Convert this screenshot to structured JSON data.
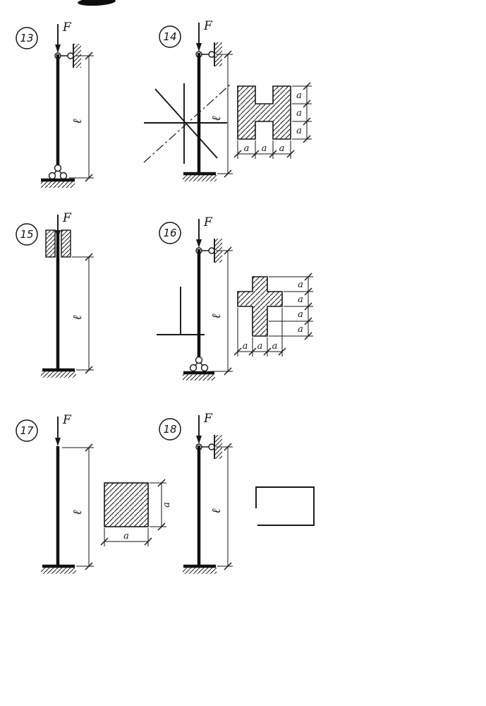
{
  "page": {
    "background": "#fefefe",
    "ink": "#161616"
  },
  "labels": {
    "force": "F",
    "length": "ℓ",
    "dim": "a"
  },
  "problems": [
    {
      "number": "13",
      "section": "crossed-thin-strips"
    },
    {
      "number": "14",
      "section": "h-shape-hatched"
    },
    {
      "number": "15",
      "section": "thin-tee"
    },
    {
      "number": "16",
      "section": "cross-shape-hatched"
    },
    {
      "number": "17",
      "section": "solid-square"
    },
    {
      "number": "18",
      "section": "rectangle-outline"
    }
  ]
}
